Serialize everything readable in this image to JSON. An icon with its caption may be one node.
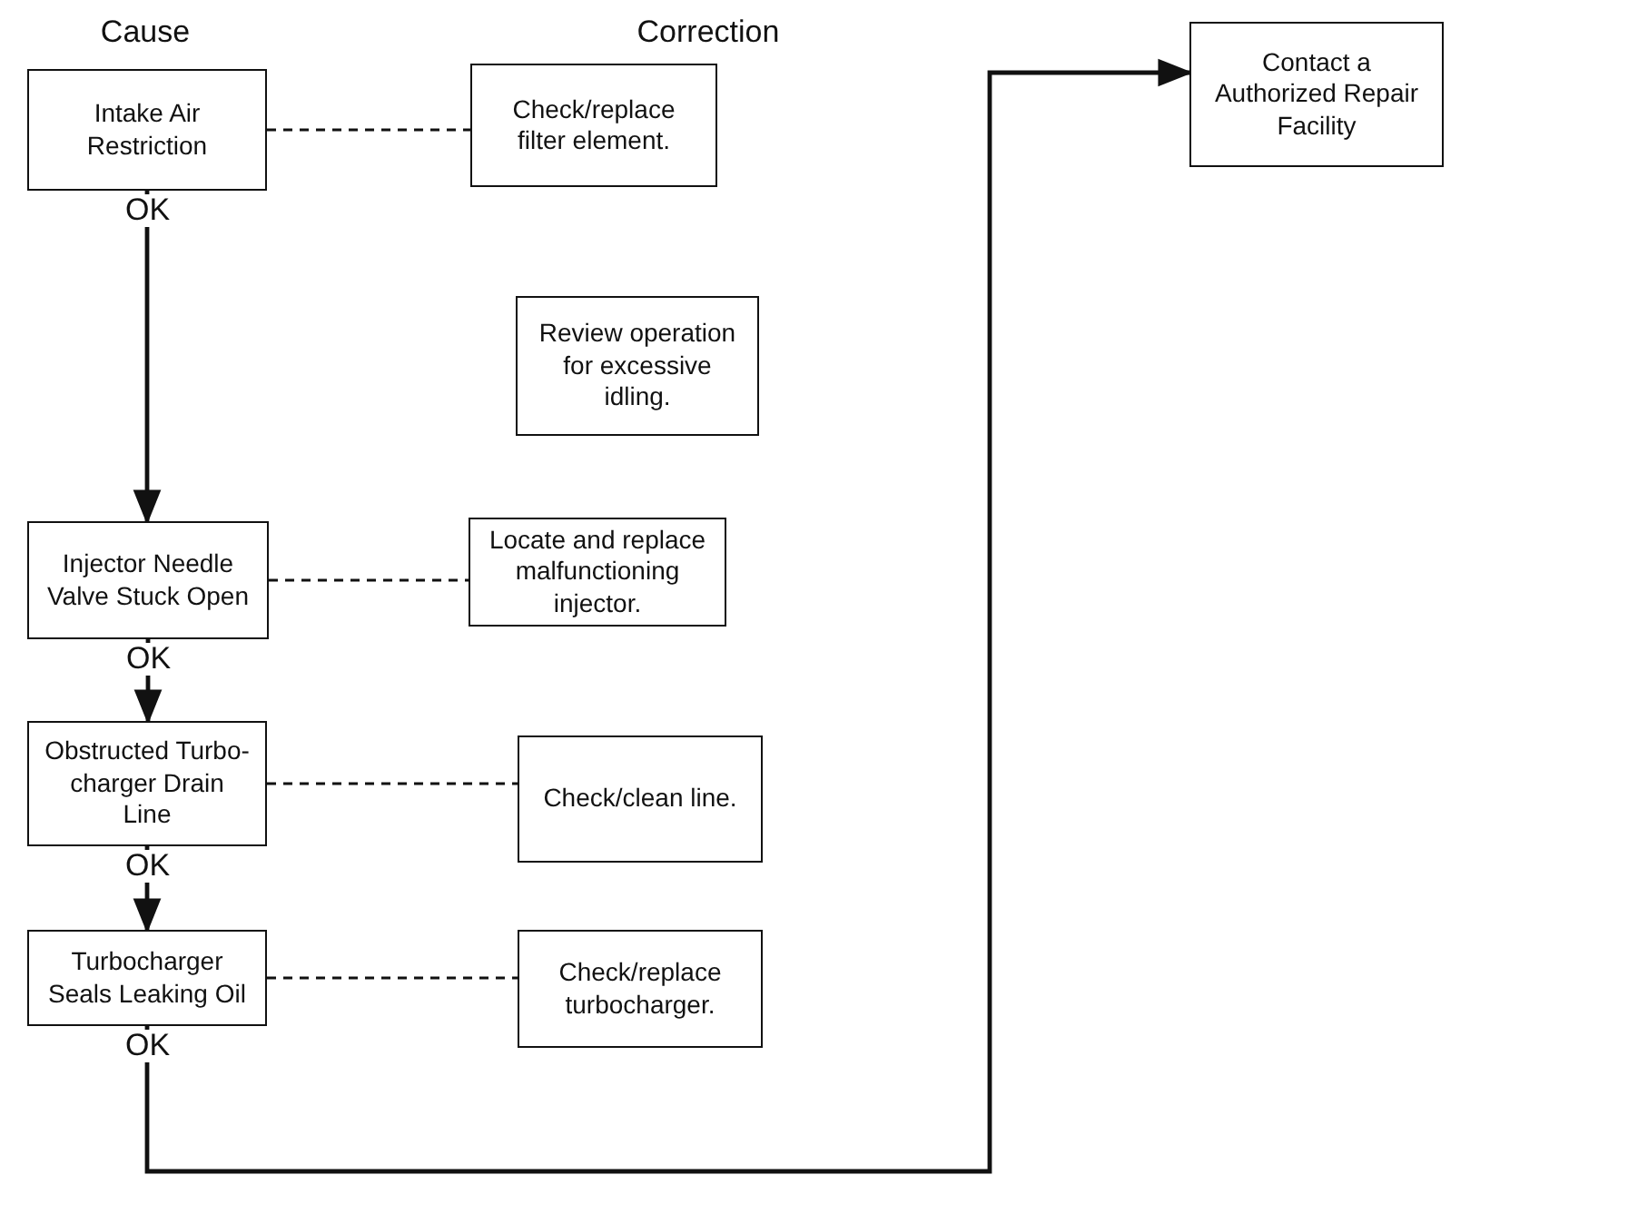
{
  "diagram": {
    "nodes": [
      {
        "text": [
          "Intake Air Restriction"
        ]
      },
      {
        "text": [
          "Check/replace filter element."
        ]
      },
      {
        "text": [
          "Review operation for excessive idling."
        ]
      },
      {
        "text": [
          "Injector Needle Valve Stuck Open"
        ]
      },
      {
        "text": [
          "Locate and replace malfunctioning injector."
        ]
      },
      {
        "text": [
          "Obstructed Turbo-charger Drain Line"
        ]
      },
      {
        "text": [
          "Check/clean line."
        ]
      },
      {
        "text": [
          "Turbocharger Seals Leaking Oil"
        ]
      },
      {
        "text": [
          "Check/replace turbocharger."
        ]
      },
      {
        "text": [
          "Contact a Authorized Repair Facility"
        ]
      }
    ],
    "edges": [
      {
        "from": 0,
        "to": 1,
        "arrow": "none",
        "style": "dashed"
      },
      {
        "from": 0,
        "to": 3,
        "arrow": "to",
        "label": "OK"
      },
      {
        "from": 3,
        "to": 4,
        "arrow": "none",
        "style": "dashed"
      },
      {
        "from": 3,
        "to": 5,
        "arrow": "to",
        "label": "OK"
      },
      {
        "from": 5,
        "to": 6,
        "arrow": "none",
        "style": "dashed"
      },
      {
        "from": 5,
        "to": 7,
        "arrow": "to",
        "label": "OK"
      },
      {
        "from": 7,
        "to": 8,
        "arrow": "none",
        "style": "dashed"
      },
      {
        "from": 7,
        "to": 9,
        "arrow": "to",
        "label": "OK"
      }
    ],
    "labels": [
      "Cause",
      "Correction"
    ]
  }
}
